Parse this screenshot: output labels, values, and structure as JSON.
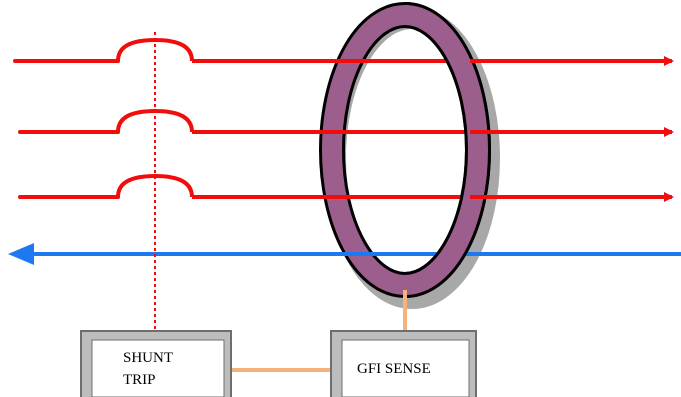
{
  "colors": {
    "phase_line": "#f20d0d",
    "neutral_line": "#1e78f0",
    "toroid_fill": "#9c5e8c",
    "toroid_shadow": "#a8a8a8",
    "toroid_outline": "#000000",
    "trip_link": "#f5b27a",
    "box_face": "#ffffff",
    "box_bevel": "#bdbdbd",
    "box_frame": "#6e6e6e"
  },
  "icons": {
    "conductor_arrow": "arrow-head-icon",
    "breaker_contact": "breaker-arc-icon",
    "sensor_coil": "toroid-icon"
  },
  "boxes": {
    "shunt_trip": {
      "line1": "SHUNT",
      "line2": "TRIP"
    },
    "gfi_sense": {
      "label": "GFI SENSE"
    }
  }
}
